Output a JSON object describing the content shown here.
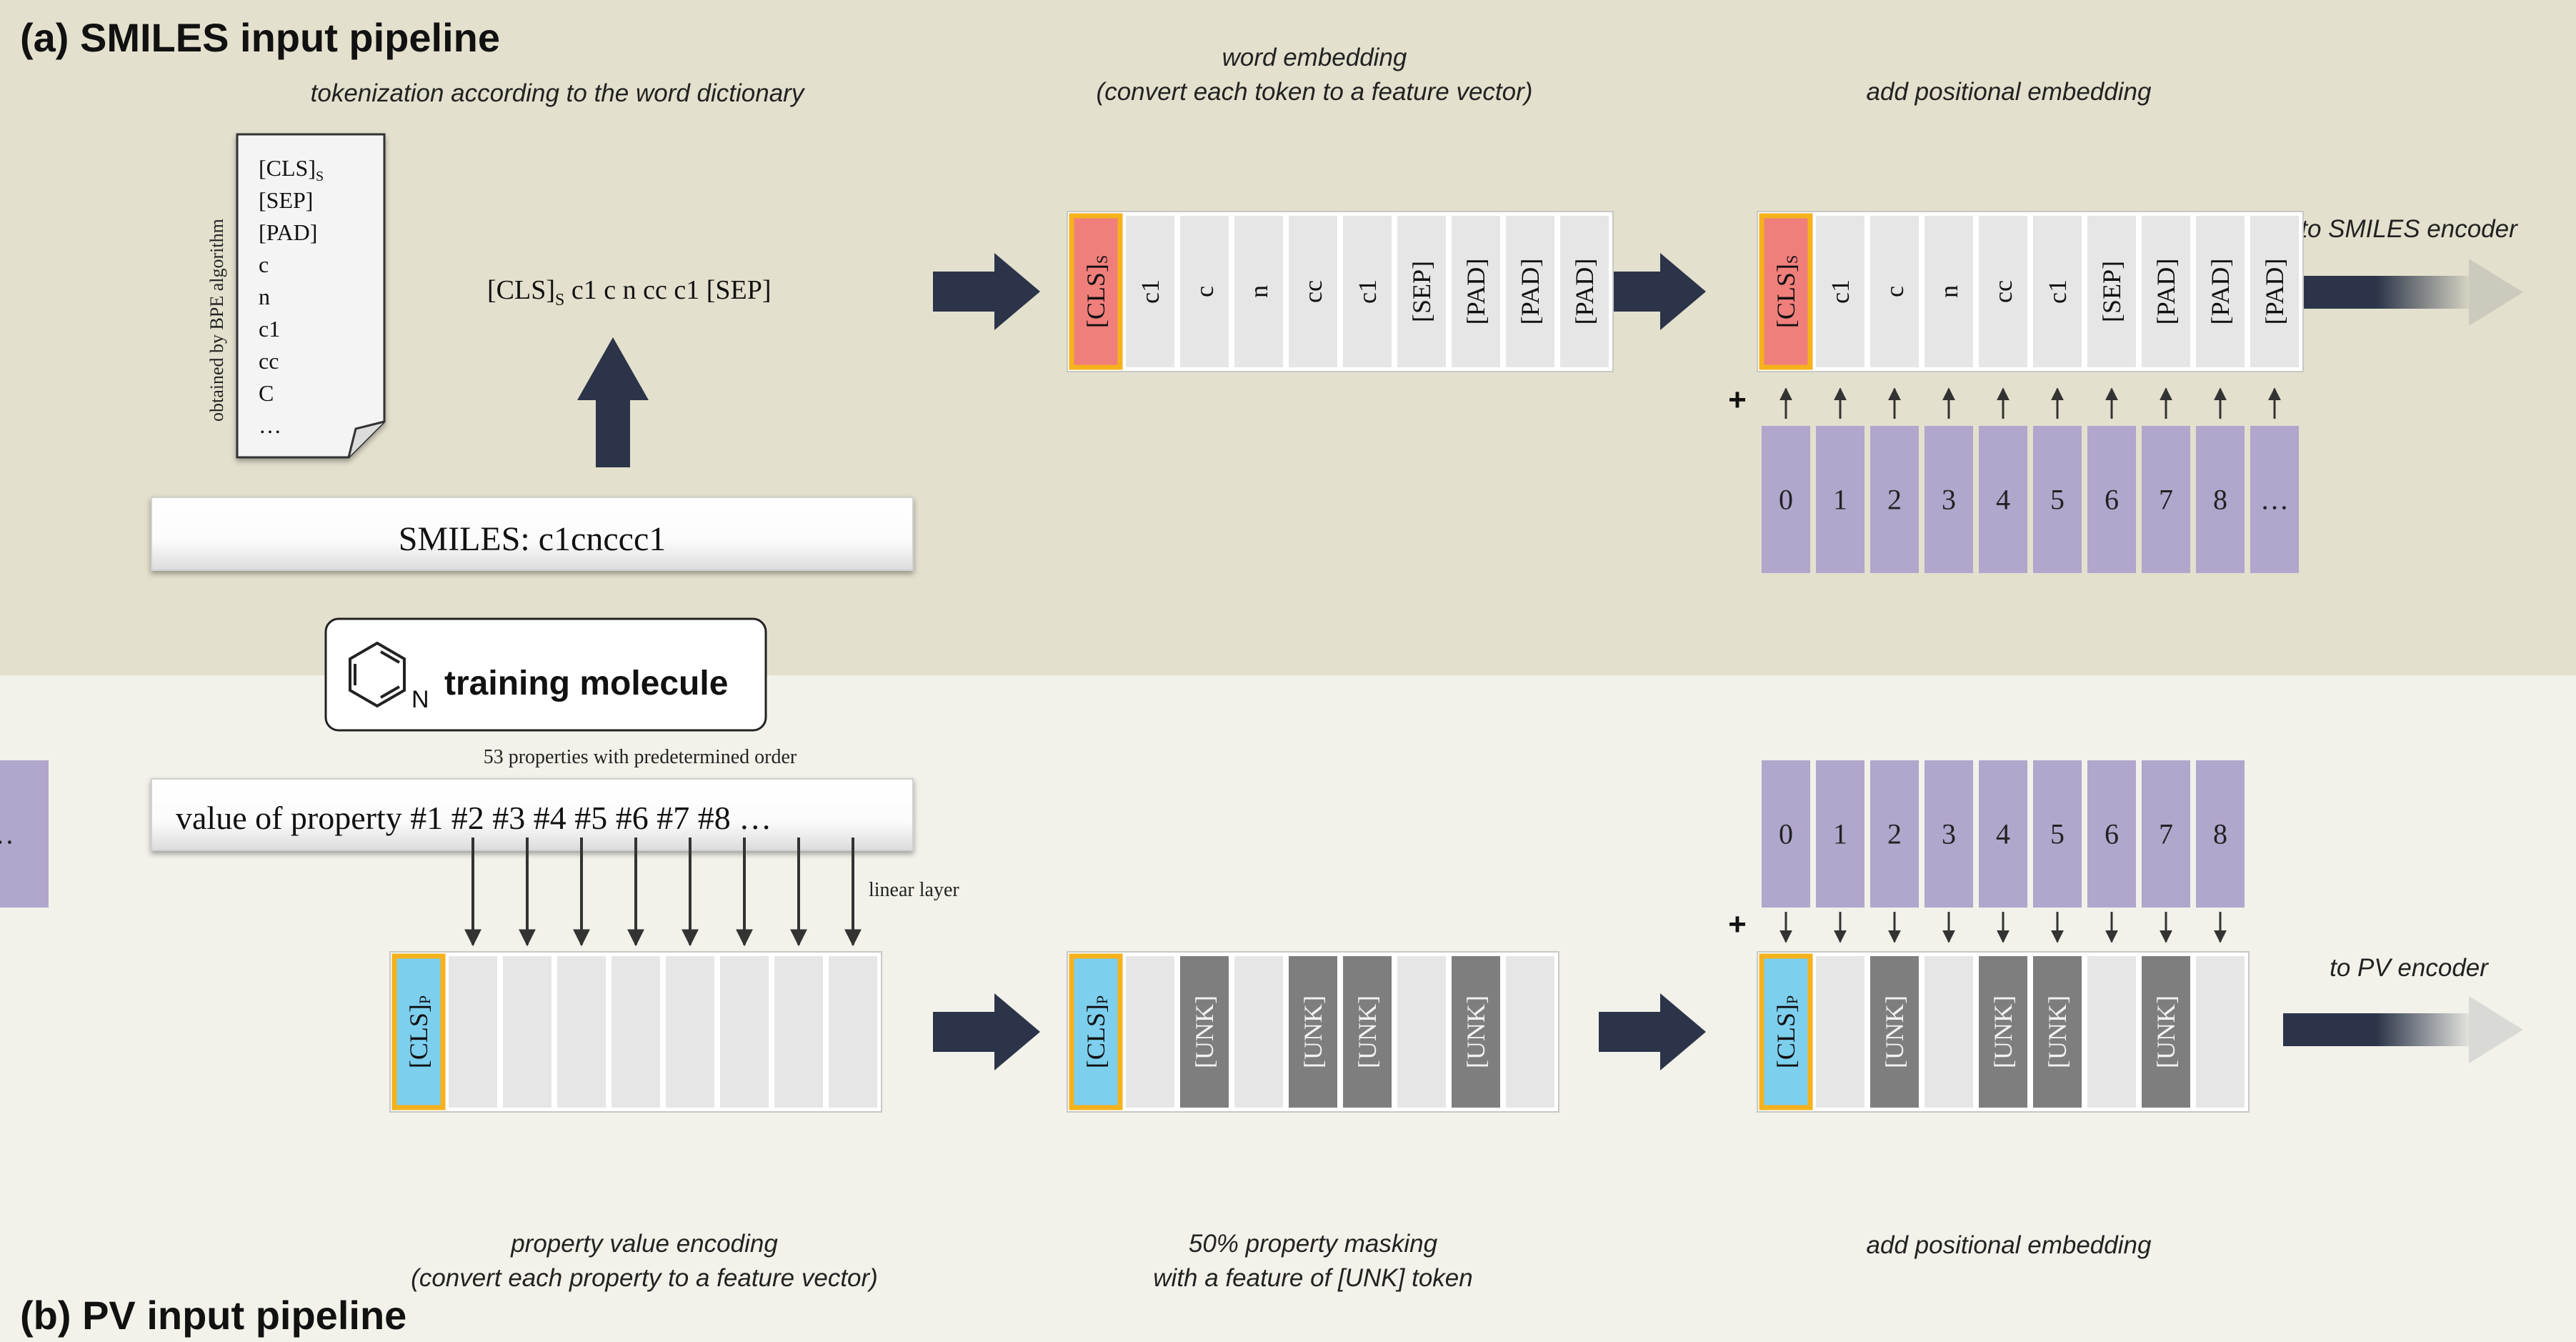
{
  "colors": {
    "top_band": "#e3e0cd",
    "bottom_band": "#f2f1ea",
    "arrow_dark": "#2b3449",
    "cls_smiles": "#f07f7c",
    "cls_pv": "#7dcfee",
    "cls_border": "#f5b21c",
    "cell_light": "#e6e6e6",
    "cell_unk": "#7e7e7e",
    "pos_cell": "#b1a6cc"
  },
  "section_a": {
    "title": "(a) SMILES input pipeline",
    "step1_label": "tokenization according to the word dictionary",
    "step2_label_line1": "word embedding",
    "step2_label_line2": "(convert each token to a feature vector)",
    "step3_label": "add positional embedding",
    "output_label": "to SMILES encoder",
    "dictionary": {
      "side_label": "obtained by BPE algorithm",
      "entries": [
        {
          "main": "[CLS]",
          "sub": "S"
        },
        {
          "main": "[SEP]",
          "sub": ""
        },
        {
          "main": "[PAD]",
          "sub": ""
        },
        {
          "main": "c",
          "sub": ""
        },
        {
          "main": "n",
          "sub": ""
        },
        {
          "main": "c1",
          "sub": ""
        },
        {
          "main": "cc",
          "sub": ""
        },
        {
          "main": "C",
          "sub": ""
        },
        {
          "main": "…",
          "sub": ""
        }
      ]
    },
    "tokenized_prefix": "[CLS]",
    "tokenized_prefix_sub": "S",
    "tokenized_rest": " c1 c n cc c1 [SEP]",
    "smiles_label": "SMILES:",
    "smiles_value": "c1cnccc1",
    "tokens": [
      {
        "main": "[CLS]",
        "sub": "S"
      },
      {
        "main": "c1",
        "sub": ""
      },
      {
        "main": "c",
        "sub": ""
      },
      {
        "main": "n",
        "sub": ""
      },
      {
        "main": "cc",
        "sub": ""
      },
      {
        "main": "c1",
        "sub": ""
      },
      {
        "main": "[SEP]",
        "sub": ""
      },
      {
        "main": "[PAD]",
        "sub": ""
      },
      {
        "main": "[PAD]",
        "sub": ""
      },
      {
        "main": "[PAD]",
        "sub": ""
      }
    ],
    "plus": "+",
    "positions": [
      "0",
      "1",
      "2",
      "3",
      "4",
      "5",
      "6",
      "7",
      "8",
      "…"
    ]
  },
  "molecule": {
    "label": "training molecule",
    "atom_label": "N"
  },
  "section_b": {
    "title": "(b) PV input pipeline",
    "properties_note": "53 properties with predetermined order",
    "property_values": "value of property #1 #2 #3 #4 #5 #6 #7 #8 …",
    "linear_layer_label": "linear layer",
    "cls_token": {
      "main": "[CLS]",
      "sub": "P"
    },
    "unk_token": "[UNK]",
    "masked_cells": [
      false,
      true,
      false,
      true,
      true,
      false,
      true,
      false
    ],
    "positions": [
      "0",
      "1",
      "2",
      "3",
      "4",
      "5",
      "6",
      "7",
      "8",
      "…"
    ],
    "plus": "+",
    "step1_label_line1": "property value encoding",
    "step1_label_line2": "(convert each property to a feature vector)",
    "step2_label_line1": "50% property masking",
    "step2_label_line2": "with a feature of [UNK] token",
    "step3_label": "add positional embedding",
    "output_label": "to PV encoder"
  }
}
